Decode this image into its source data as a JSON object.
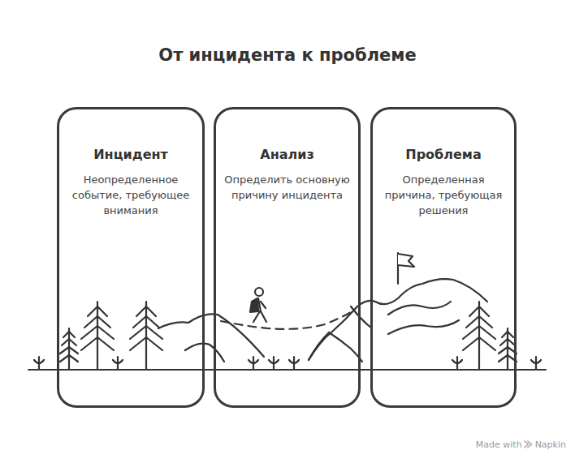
{
  "diagram": {
    "title": "От инцидента к проблеме",
    "nodes": [
      {
        "text": [
          "Инцидент",
          "Неопределенное событие, требующее внимания"
        ]
      },
      {
        "text": [
          "Анализ",
          "Определить основную причину инцидента"
        ]
      },
      {
        "text": [
          "Проблема",
          "Определенная причина, требующая решения"
        ]
      }
    ],
    "labels": [
      "Made with",
      "Napkin"
    ]
  }
}
